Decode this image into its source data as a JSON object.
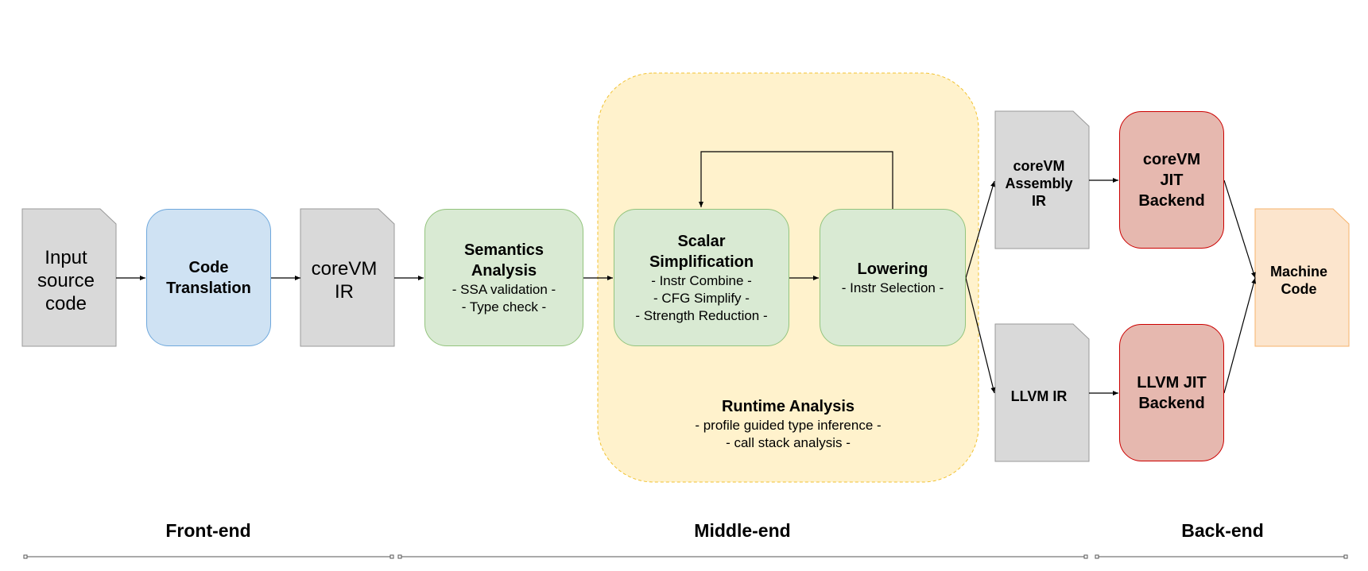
{
  "colors": {
    "document_fill": "#d9d9d9",
    "document_stroke": "#999999",
    "frontend_fill": "#cfe2f3",
    "pass_fill": "#d9ead3",
    "backend_fill": "#e6b8af",
    "runtime_fill": "#fff2cc",
    "output_fill": "#fce5cd"
  },
  "nodes": {
    "input_source": {
      "lines": [
        "Input",
        "source",
        "code"
      ]
    },
    "code_translation": {
      "title": "Code Translation"
    },
    "corevm_ir": {
      "lines": [
        "coreVM",
        "IR"
      ]
    },
    "semantics": {
      "title": "Semantics Analysis",
      "items": [
        "- SSA validation -",
        "- Type check -"
      ]
    },
    "scalar": {
      "title": "Scalar Simplification",
      "items": [
        "- Instr Combine -",
        "- CFG Simplify -",
        "- Strength Reduction -"
      ]
    },
    "lowering": {
      "title": "Lowering",
      "items": [
        "- Instr Selection -"
      ]
    },
    "runtime": {
      "title": "Runtime Analysis",
      "items": [
        "- profile guided type inference -",
        "- call stack analysis -"
      ]
    },
    "corevm_asm": {
      "lines": [
        "coreVM",
        "Assembly",
        "IR"
      ]
    },
    "llvm_ir": {
      "lines": [
        "LLVM IR"
      ]
    },
    "corevm_jit": {
      "lines": [
        "coreVM",
        "JIT",
        "Backend"
      ]
    },
    "llvm_jit": {
      "lines": [
        "LLVM JIT",
        "Backend"
      ]
    },
    "machine_code": {
      "lines": [
        "Machine",
        "Code"
      ]
    }
  },
  "sections": {
    "frontend": "Front-end",
    "middleend": "Middle-end",
    "backend": "Back-end"
  }
}
